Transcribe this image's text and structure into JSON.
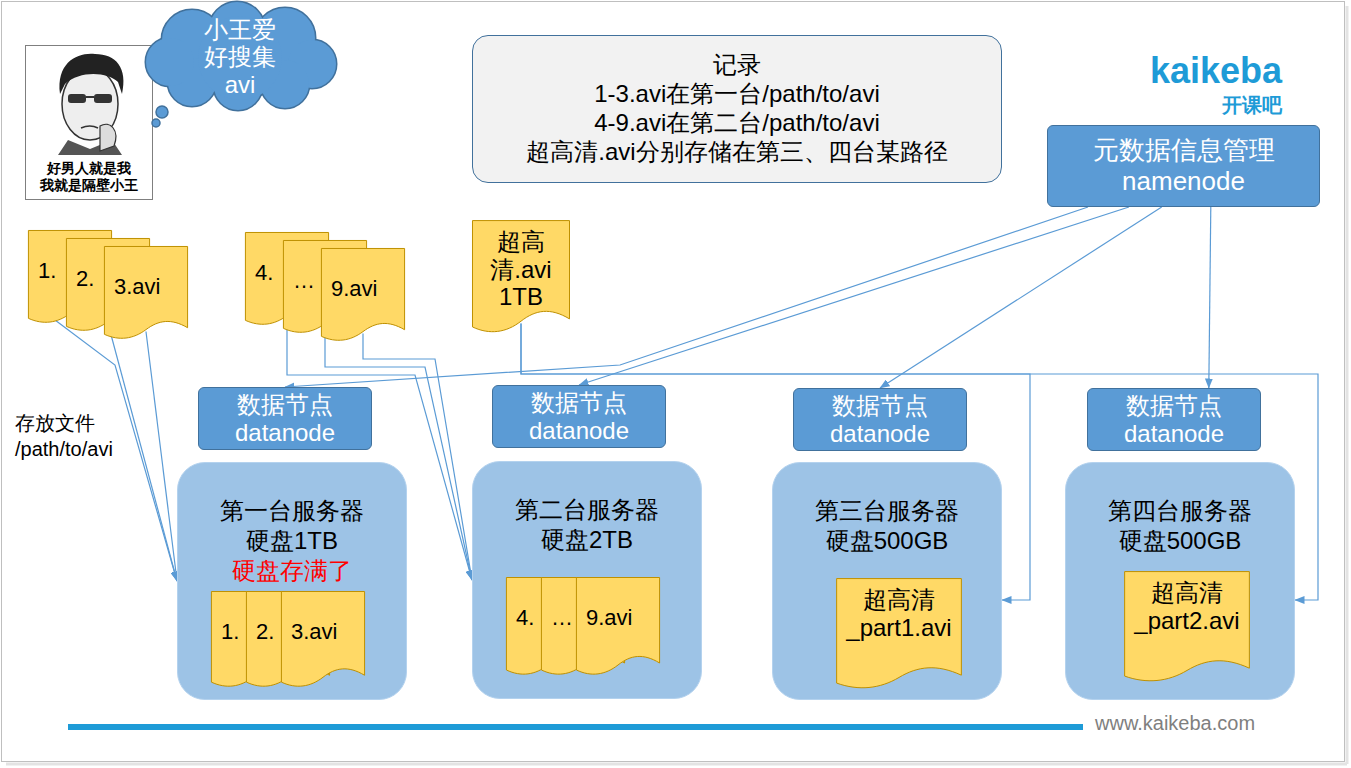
{
  "diagram": {
    "nodes": [
      {
        "text": [
          "好男人就是我 我就是隔壁小王"
        ]
      },
      {
        "text": [
          "小王爱 好搜集 avi"
        ]
      },
      {
        "text": [
          "记录",
          "1-3.avi在第一台/path/to/avi",
          "4-9.avi在第二台/path/to/avi",
          "超高清.avi分别存储在第三、四台某路径"
        ]
      },
      {
        "text": [
          "元数据信息管理",
          "namenode"
        ]
      },
      {
        "text": [
          "1."
        ]
      },
      {
        "text": [
          "2."
        ]
      },
      {
        "text": [
          "3.avi"
        ]
      },
      {
        "text": [
          "4."
        ]
      },
      {
        "text": [
          "…"
        ]
      },
      {
        "text": [
          "9.avi"
        ]
      },
      {
        "text": [
          "超高清.avi 1TB"
        ]
      },
      {
        "text": [
          "数据节点",
          "datanode"
        ]
      },
      {
        "text": [
          "数据节点",
          "datanode"
        ]
      },
      {
        "text": [
          "数据节点",
          "datanode"
        ]
      },
      {
        "text": [
          "数据节点",
          "datanode"
        ]
      },
      {
        "text": [
          "第一台服务器",
          "硬盘1TB",
          "硬盘存满了"
        ]
      },
      {
        "text": [
          "1."
        ],
        "in": 15
      },
      {
        "text": [
          "2."
        ],
        "in": 15
      },
      {
        "text": [
          "3.avi"
        ],
        "in": 15
      },
      {
        "text": [
          "第二台服务器",
          "硬盘2TB"
        ]
      },
      {
        "text": [
          "4."
        ],
        "in": 19
      },
      {
        "text": [
          "…"
        ],
        "in": 19
      },
      {
        "text": [
          "9.avi"
        ],
        "in": 19
      },
      {
        "text": [
          "第三台服务器",
          "硬盘500GB"
        ]
      },
      {
        "text": [
          "超高清_part1.avi"
        ],
        "in": 23
      },
      {
        "text": [
          "第四台服务器",
          "硬盘500GB"
        ]
      },
      {
        "text": [
          "超高清_part2.avi"
        ],
        "in": 25
      }
    ],
    "edges": [
      {
        "from": 3,
        "to": 11,
        "arrow": "to"
      },
      {
        "from": 3,
        "to": 12,
        "arrow": "to"
      },
      {
        "from": 3,
        "to": 13,
        "arrow": "to"
      },
      {
        "from": 3,
        "to": 14,
        "arrow": "to"
      },
      {
        "from": 4,
        "to": 15,
        "arrow": "to"
      },
      {
        "from": 5,
        "to": 15,
        "arrow": "to"
      },
      {
        "from": 6,
        "to": 15,
        "arrow": "to"
      },
      {
        "from": 7,
        "to": 19,
        "arrow": "to"
      },
      {
        "from": 8,
        "to": 19,
        "arrow": "to"
      },
      {
        "from": 9,
        "to": 19,
        "arrow": "to"
      },
      {
        "from": 10,
        "to": 23,
        "arrow": "to"
      },
      {
        "from": 10,
        "to": 25,
        "arrow": "to"
      }
    ],
    "labels": [
      "kaikeba",
      "开课吧",
      "存放文件 /path/to/avi",
      "www.kaikeba.com"
    ]
  }
}
